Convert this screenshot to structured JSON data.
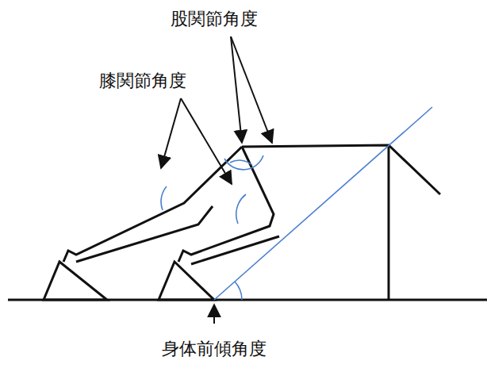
{
  "diagram": {
    "labels": [
      "股関節角度",
      "膝関節角度",
      "身体前傾角度"
    ]
  }
}
